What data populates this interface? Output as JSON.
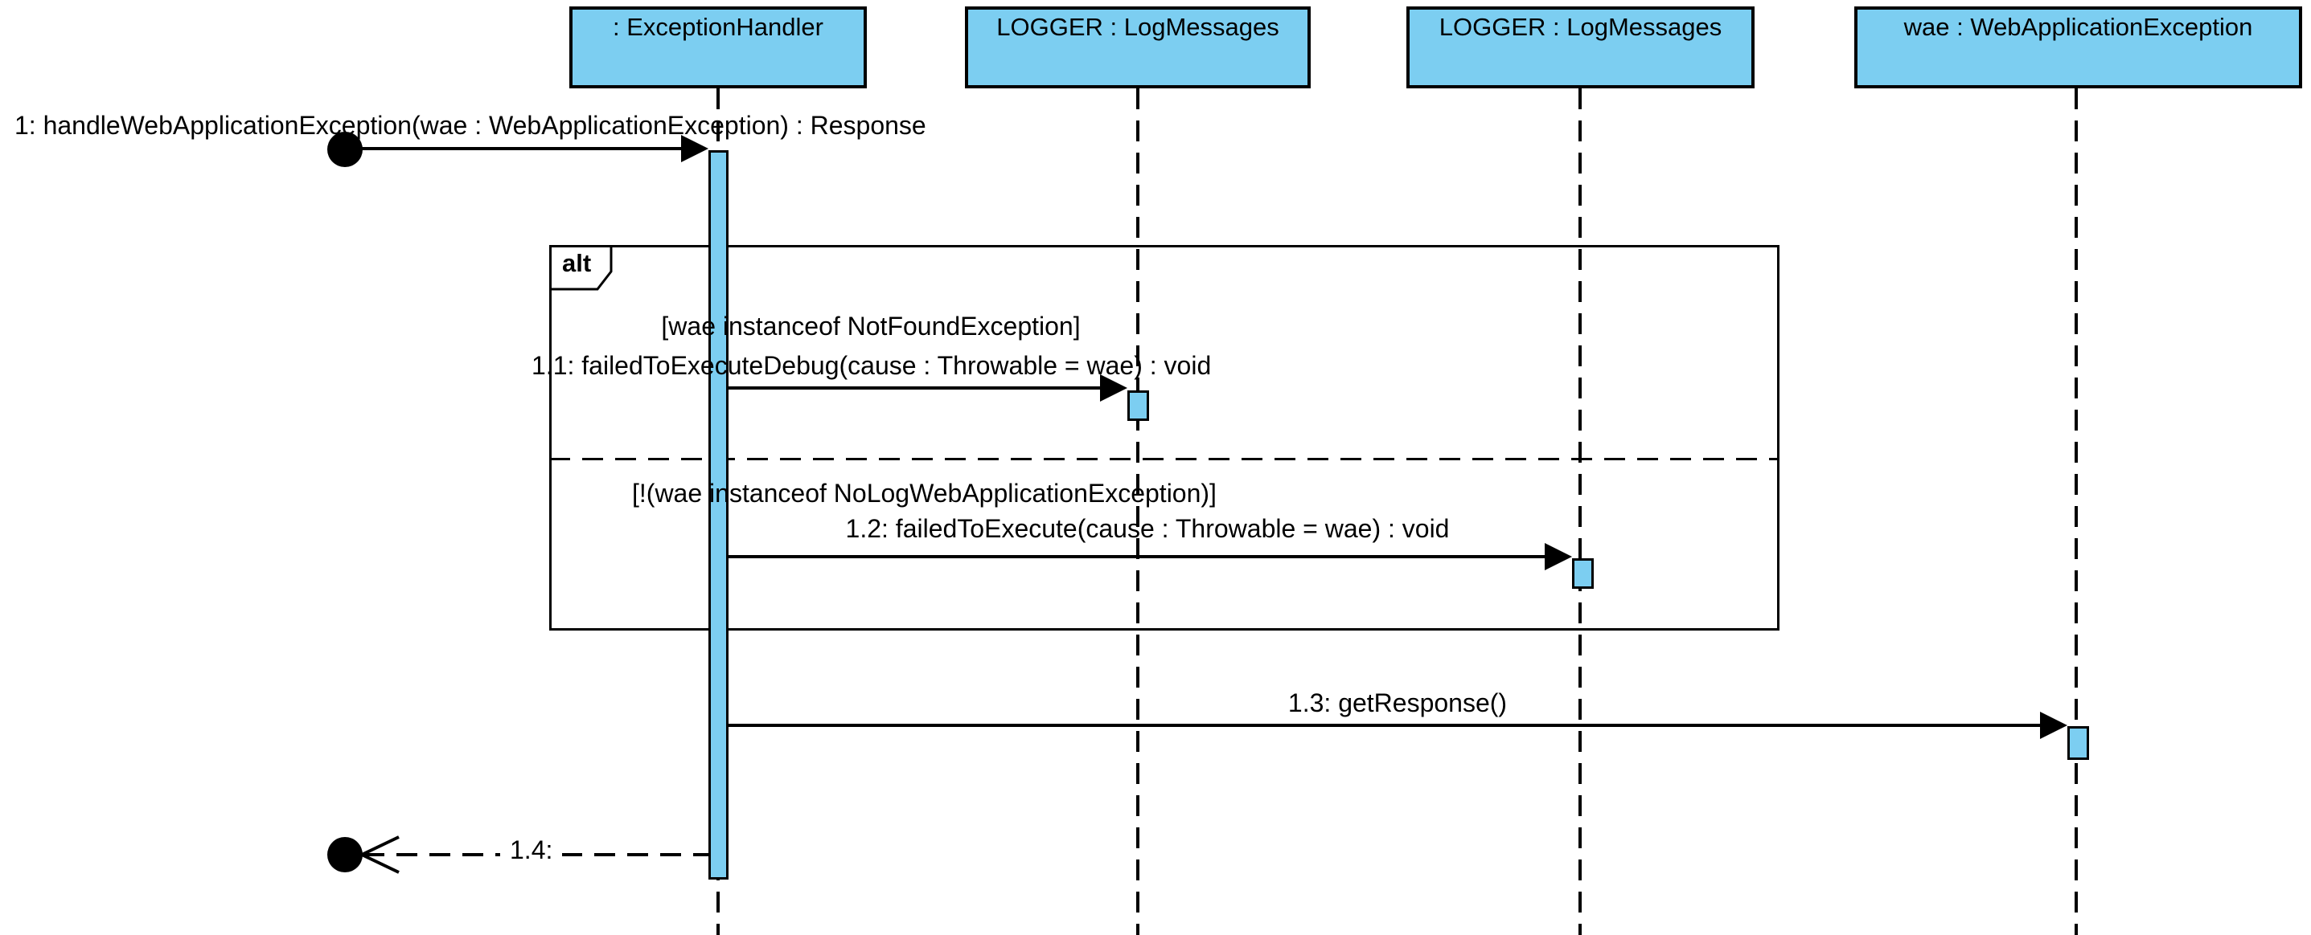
{
  "diagram": {
    "kind": "uml-sequence-diagram",
    "colors": {
      "shape_fill": "#7CCEF1",
      "line": "#000000",
      "background": "#FFFFFF",
      "text": "#000000"
    },
    "lifelines": [
      {
        "name": ": ExceptionHandler"
      },
      {
        "name": "LOGGER : LogMessages"
      },
      {
        "name": "LOGGER : LogMessages"
      },
      {
        "name": "wae : WebApplicationException"
      }
    ],
    "fragment": {
      "operator": "alt",
      "guards": [
        "[wae instanceof NotFoundException]",
        "[!(wae instanceof NoLogWebApplicationException)]"
      ]
    },
    "messages": {
      "m1": {
        "label": "1: handleWebApplicationException(wae : WebApplicationException) : Response",
        "kind": "found-sync",
        "from": "found-circle",
        "to": ": ExceptionHandler"
      },
      "m1_1": {
        "label": "1.1: failedToExecuteDebug(cause : Throwable = wae) : void",
        "kind": "sync",
        "from": ": ExceptionHandler",
        "to": "LOGGER : LogMessages (1st)"
      },
      "m1_2": {
        "label": "1.2: failedToExecute(cause : Throwable = wae) : void",
        "kind": "sync",
        "from": ": ExceptionHandler",
        "to": "LOGGER : LogMessages (2nd)"
      },
      "m1_3": {
        "label": "1.3: getResponse()",
        "kind": "sync",
        "from": ": ExceptionHandler",
        "to": "wae : WebApplicationException"
      },
      "m1_4": {
        "label": "1.4:",
        "kind": "return",
        "from": ": ExceptionHandler",
        "to": "found-circle"
      }
    }
  }
}
